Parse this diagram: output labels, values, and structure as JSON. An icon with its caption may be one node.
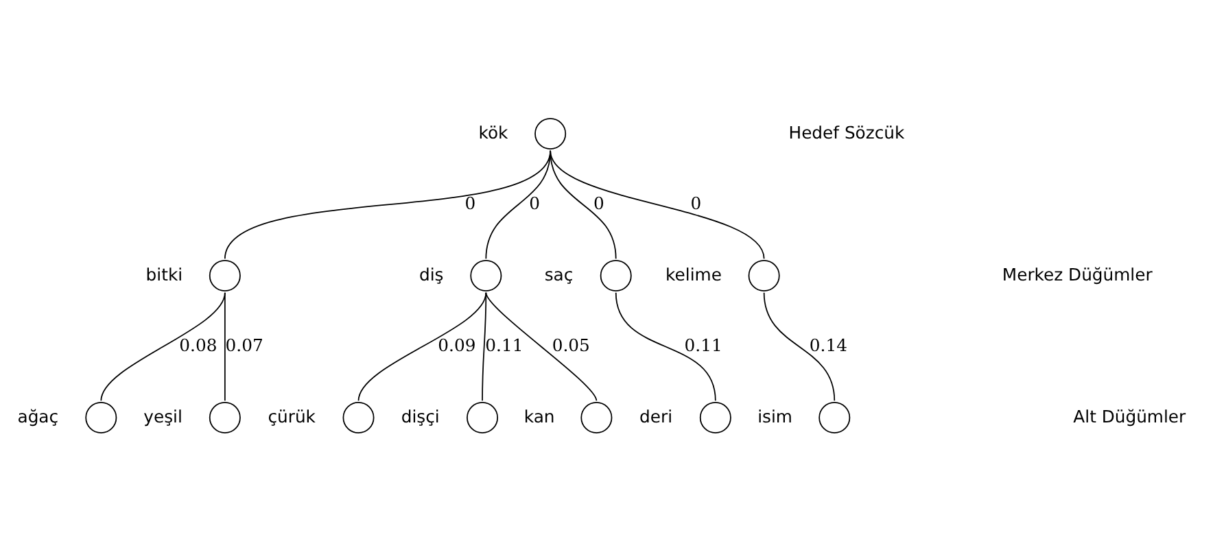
{
  "diagram": {
    "nodes": [
      {
        "text": [],
        "shape": "circle",
        "beside": [
          "kök"
        ]
      },
      {
        "text": [],
        "shape": "circle",
        "beside": [
          "bitki"
        ]
      },
      {
        "text": [],
        "shape": "circle",
        "beside": [
          "diş"
        ]
      },
      {
        "text": [],
        "shape": "circle",
        "beside": [
          "saç"
        ]
      },
      {
        "text": [],
        "shape": "circle",
        "beside": [
          "kelime"
        ]
      },
      {
        "text": [],
        "shape": "circle",
        "beside": [
          "ağaç"
        ]
      },
      {
        "text": [],
        "shape": "circle",
        "beside": [
          "yeşil"
        ]
      },
      {
        "text": [],
        "shape": "circle",
        "beside": [
          "çürük"
        ]
      },
      {
        "text": [],
        "shape": "circle",
        "beside": [
          "dişçi"
        ]
      },
      {
        "text": [],
        "shape": "circle",
        "beside": [
          "kan"
        ]
      },
      {
        "text": [],
        "shape": "circle",
        "beside": [
          "deri"
        ]
      },
      {
        "text": [],
        "shape": "circle",
        "beside": [
          "isim"
        ]
      }
    ],
    "edges": [
      {
        "from": 0,
        "to": 1,
        "arrow": "none",
        "label": "0"
      },
      {
        "from": 0,
        "to": 2,
        "arrow": "none",
        "label": "0"
      },
      {
        "from": 0,
        "to": 3,
        "arrow": "none",
        "label": "0"
      },
      {
        "from": 0,
        "to": 4,
        "arrow": "none",
        "label": "0"
      },
      {
        "from": 1,
        "to": 5,
        "arrow": "none",
        "label": "0.08"
      },
      {
        "from": 1,
        "to": 6,
        "arrow": "none",
        "label": "0.07"
      },
      {
        "from": 2,
        "to": 7,
        "arrow": "none",
        "label": "0.09"
      },
      {
        "from": 2,
        "to": 8,
        "arrow": "none",
        "label": "0.11"
      },
      {
        "from": 2,
        "to": 9,
        "arrow": "none",
        "label": "0.05"
      },
      {
        "from": 3,
        "to": 10,
        "arrow": "none",
        "label": "0.11"
      },
      {
        "from": 4,
        "to": 11,
        "arrow": "none",
        "label": "0.14"
      }
    ],
    "labels": [
      "Hedef Sözcük",
      "Merkez Düğümler",
      "Alt Düğümler"
    ]
  }
}
